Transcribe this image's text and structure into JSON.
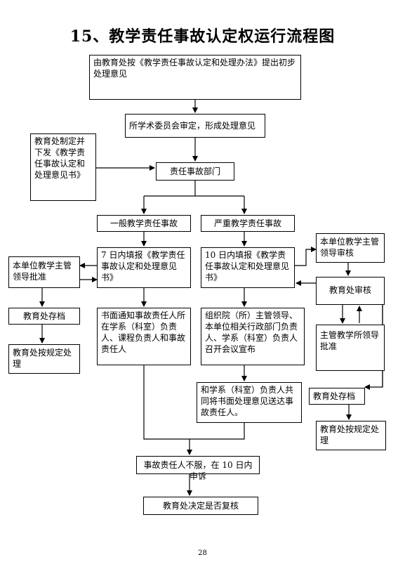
{
  "title": "15、教学责任事故认定权运行流程图",
  "nodes": {
    "initial": "由教育处按《教学责任事故认定和处理办法》提出初步处理意见",
    "committee": "所学术委员会审定，形成处理意见",
    "issue_doc": "教育处制定并下发《教学责任事故认定和处理意见书》",
    "responsible_dept": "责任事故部门",
    "general": "一般教学责任事故",
    "serious": "严重教学责任事故",
    "fill_7": "7 日内填报《教学责任事故认定和处理意见书》",
    "fill_10": "10 日内填报《教学责任事故认定和处理意见书》",
    "left_leader": "本单位教学主管领导批准",
    "left_archive": "教育处存档",
    "left_process": "教育处按规定处理",
    "written_notice": "书面通知事故责任人所在学系（科室）负责人、课程负责人和事故责任人",
    "meeting": "组织院（所）主管领导、本单位相关行政部门负责人、学系（科室）负责人召开会议宣布",
    "deliver": "和学系（科室）负责人共同将书面处理意见送达事故责任人。",
    "right_leader_review": "本单位教学主管领导审核",
    "edu_review": "教育处审核",
    "director_approve": "主管教学所领导批准",
    "right_archive": "教育处存档",
    "right_process": "教育处按规定处理",
    "appeal": "事故责任人不服，在 10 日内申诉",
    "decide_review": "教育处决定是否复核"
  },
  "page_number": "28"
}
